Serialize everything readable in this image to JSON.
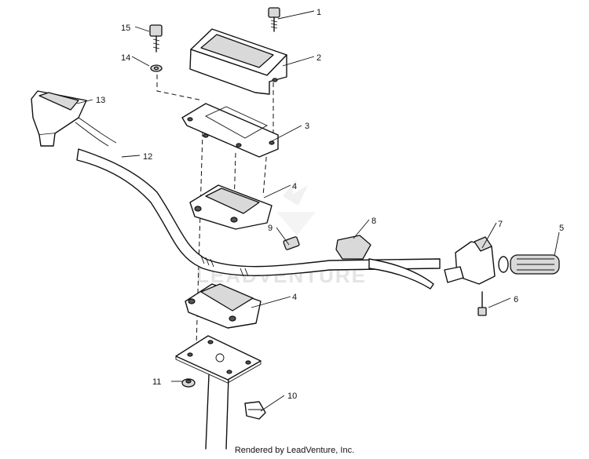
{
  "diagram": {
    "callouts": [
      "1",
      "2",
      "3",
      "4",
      "4",
      "5",
      "6",
      "7",
      "8",
      "9",
      "10",
      "11",
      "12",
      "13",
      "14",
      "15"
    ],
    "watermark": "LEADVENTURE",
    "credit": "Rendered by LeadVenture, Inc."
  },
  "colors": {
    "line": "#111111",
    "fill_light": "#d9d9d9",
    "fill_dark": "#555555",
    "watermark": "#e4e4e4"
  }
}
